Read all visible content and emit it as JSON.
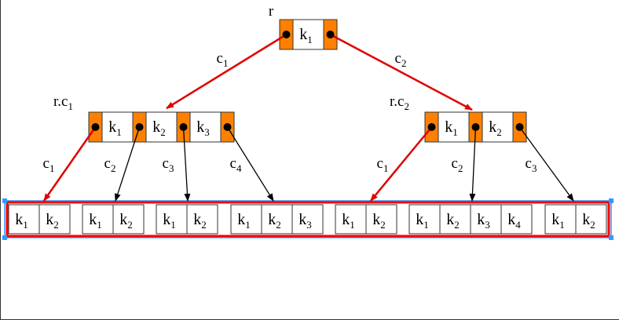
{
  "colors": {
    "pointer_cell": "#ff8000",
    "tree_edge": "#e00000",
    "other_edge": "#000000",
    "leaf_frame": "#ff0000",
    "selection": "#3399ff"
  },
  "root": {
    "label": {
      "base": "r",
      "sub": ""
    },
    "keys": [
      {
        "base": "k",
        "sub": "1"
      }
    ]
  },
  "root_edges": [
    {
      "base": "c",
      "sub": "1"
    },
    {
      "base": "c",
      "sub": "2"
    }
  ],
  "internal_nodes": [
    {
      "label": {
        "base": "r.c",
        "sub": "1"
      },
      "keys": [
        {
          "base": "k",
          "sub": "1"
        },
        {
          "base": "k",
          "sub": "2"
        },
        {
          "base": "k",
          "sub": "3"
        }
      ],
      "edges": [
        {
          "base": "c",
          "sub": "1"
        },
        {
          "base": "c",
          "sub": "2"
        },
        {
          "base": "c",
          "sub": "3"
        },
        {
          "base": "c",
          "sub": "4"
        }
      ]
    },
    {
      "label": {
        "base": "r.c",
        "sub": "2"
      },
      "keys": [
        {
          "base": "k",
          "sub": "1"
        },
        {
          "base": "k",
          "sub": "2"
        }
      ],
      "edges": [
        {
          "base": "c",
          "sub": "1"
        },
        {
          "base": "c",
          "sub": "2"
        },
        {
          "base": "c",
          "sub": "3"
        }
      ]
    }
  ],
  "leaves": [
    [
      {
        "base": "k",
        "sub": "1"
      },
      {
        "base": "k",
        "sub": "2"
      }
    ],
    [
      {
        "base": "k",
        "sub": "1"
      },
      {
        "base": "k",
        "sub": "2"
      }
    ],
    [
      {
        "base": "k",
        "sub": "1"
      },
      {
        "base": "k",
        "sub": "2"
      }
    ],
    [
      {
        "base": "k",
        "sub": "1"
      },
      {
        "base": "k",
        "sub": "2"
      },
      {
        "base": "k",
        "sub": "3"
      }
    ],
    [
      {
        "base": "k",
        "sub": "1"
      },
      {
        "base": "k",
        "sub": "2"
      }
    ],
    [
      {
        "base": "k",
        "sub": "1"
      },
      {
        "base": "k",
        "sub": "2"
      },
      {
        "base": "k",
        "sub": "3"
      },
      {
        "base": "k",
        "sub": "4"
      }
    ],
    [
      {
        "base": "k",
        "sub": "1"
      },
      {
        "base": "k",
        "sub": "2"
      }
    ]
  ]
}
